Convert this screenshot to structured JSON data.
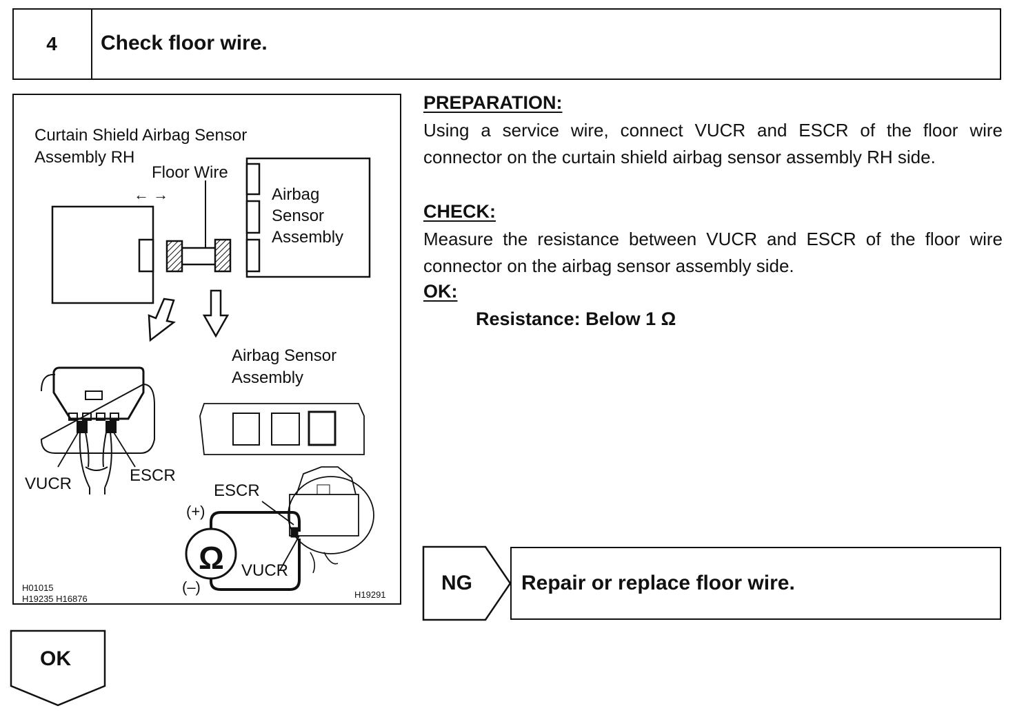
{
  "step": {
    "number": "4",
    "title": "Check floor wire."
  },
  "figure": {
    "label_sensor_rh_line1": "Curtain Shield Airbag Sensor",
    "label_sensor_rh_line2": "Assembly RH",
    "label_floor_wire": "Floor Wire",
    "label_airbag_line1": "Airbag",
    "label_airbag_line2": "Sensor",
    "label_airbag_line3": "Assembly",
    "label_airbag_sensor_line1": "Airbag Sensor",
    "label_airbag_sensor_line2": "Assembly",
    "terminal_vucr_left": "VUCR",
    "terminal_escr_left": "ESCR",
    "terminal_escr_right": "ESCR",
    "terminal_vucr_right": "VUCR",
    "probe_plus": "(+)",
    "probe_minus": "(–)",
    "ohm_symbol": "Ω",
    "arrows": "← →",
    "code_left_line1": "H01015",
    "code_left_line2": "H19235 H16876",
    "code_right": "H19291"
  },
  "instructions": {
    "preparation_heading": "PREPARATION:",
    "preparation_text": "Using a service wire, connect VUCR and ESCR of the floor wire connector on the curtain shield airbag sensor assembly RH side.",
    "check_heading": "CHECK:",
    "check_text": "Measure the resistance between VUCR and ESCR of the floor wire connector on the airbag sensor assembly side.",
    "ok_heading": "OK:",
    "ok_spec": "Resistance: Below 1 Ω"
  },
  "branches": {
    "ng_label": "NG",
    "ng_result": "Repair or replace floor wire.",
    "ok_label": "OK"
  }
}
